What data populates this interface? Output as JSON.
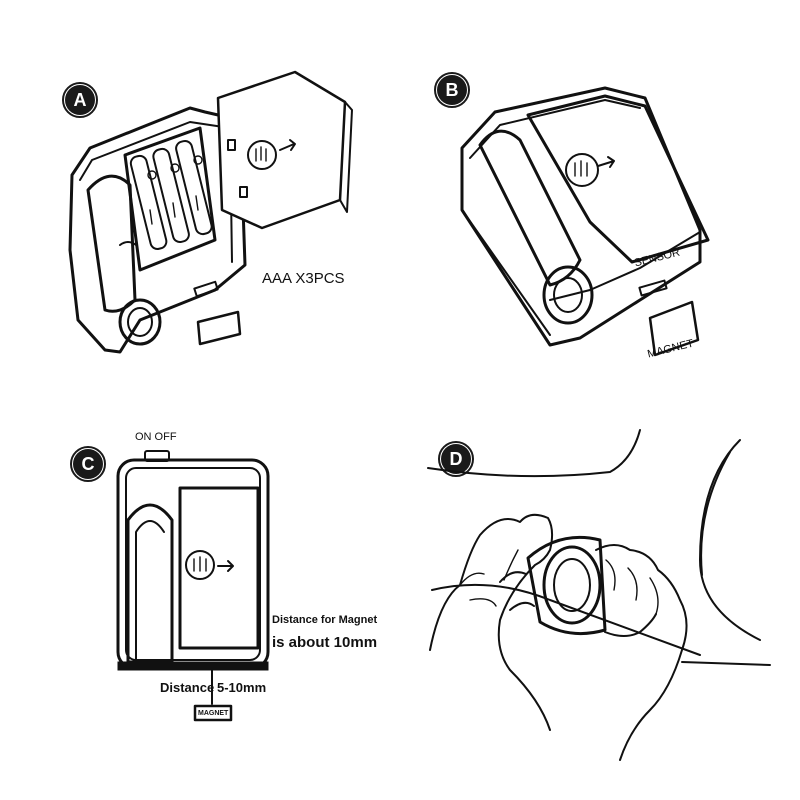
{
  "panels": {
    "a": {
      "badge": "A",
      "battery_label": "AAA X3PCS"
    },
    "b": {
      "badge": "B",
      "sensor_label": "SENSOR",
      "magnet_label": "MAGNET"
    },
    "c": {
      "badge": "C",
      "switch_label": "ON  OFF",
      "distance_note_line1": "Distance for Magnet",
      "distance_note_line2": "is about 10mm",
      "distance_label": "Distance",
      "distance_value": "5-10mm",
      "magnet_label": "MAGNET"
    },
    "d": {
      "badge": "D"
    }
  }
}
